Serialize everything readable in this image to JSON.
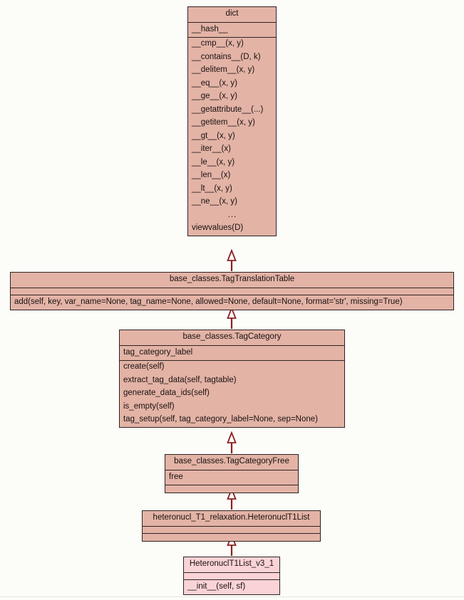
{
  "diagram": {
    "type": "uml-class-inheritance",
    "background_color": "#fcfdf9",
    "box_fill_color": "#e3b3a6",
    "box_fill_color_highlight": "#fad3d6",
    "box_border_color": "#2e2422",
    "edge_color": "#8b2021",
    "arrow_style": "hollow-triangle-inheritance",
    "classes": [
      {
        "id": "dict",
        "name": "dict",
        "fill": "#e3b3a6",
        "attributes": [
          "__hash__"
        ],
        "methods": [
          "__cmp__(x, y)",
          "__contains__(D, k)",
          "__delitem__(x, y)",
          "__eq__(x, y)",
          "__ge__(x, y)",
          "__getattribute__(...)",
          "__getitem__(x, y)",
          "__gt__(x, y)",
          "__iter__(x)",
          "__le__(x, y)",
          "__len__(x)",
          "__lt__(x, y)",
          "__ne__(x, y)",
          "...",
          "viewvalues(D)"
        ]
      },
      {
        "id": "tag-translation-table",
        "name": "base_classes.TagTranslationTable",
        "fill": "#e3b3a6",
        "attributes": [],
        "methods": [
          "add(self, key, var_name=None, tag_name=None, allowed=None, default=None, format='str', missing=True)"
        ]
      },
      {
        "id": "tag-category",
        "name": "base_classes.TagCategory",
        "fill": "#e3b3a6",
        "attributes": [
          "tag_category_label"
        ],
        "methods": [
          "create(self)",
          "extract_tag_data(self, tagtable)",
          "generate_data_ids(self)",
          "is_empty(self)",
          "tag_setup(self, tag_category_label=None, sep=None)"
        ]
      },
      {
        "id": "tag-category-free",
        "name": "base_classes.TagCategoryFree",
        "fill": "#e3b3a6",
        "attributes": [
          "free"
        ],
        "methods": []
      },
      {
        "id": "heteronucl-t1-list",
        "name": "heteronucl_T1_relaxation.HeteronuclT1List",
        "fill": "#e3b3a6",
        "attributes": [],
        "methods": []
      },
      {
        "id": "heteronucl-t1-list-v3-1",
        "name": "HeteronuclT1List_v3_1",
        "fill": "#fad3d6",
        "attributes": [],
        "methods": [
          "__init__(self, sf)"
        ]
      }
    ],
    "inheritance_edges": [
      {
        "from": "tag-translation-table",
        "to": "dict"
      },
      {
        "from": "tag-category",
        "to": "tag-translation-table"
      },
      {
        "from": "tag-category-free",
        "to": "tag-category"
      },
      {
        "from": "heteronucl-t1-list",
        "to": "tag-category-free"
      },
      {
        "from": "heteronucl-t1-list-v3-1",
        "to": "heteronucl-t1-list"
      }
    ]
  }
}
